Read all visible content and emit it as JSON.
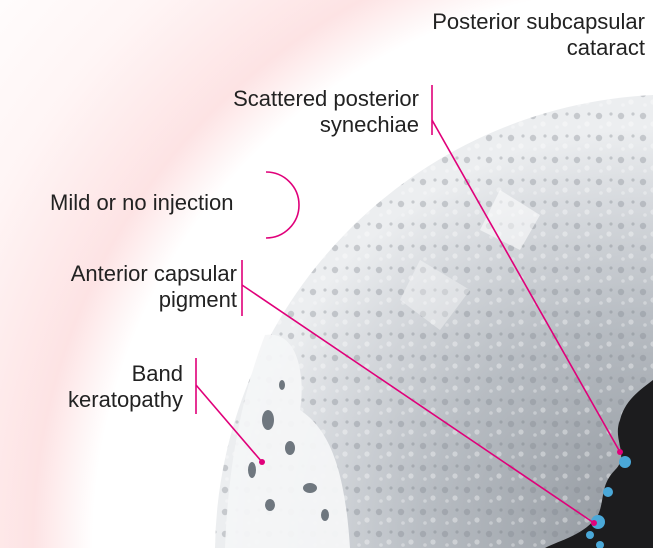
{
  "labels": {
    "posterior_subcapsular_cataract": [
      "Posterior subcapsular",
      "cataract"
    ],
    "scattered_posterior_synechiae": [
      "Scattered posterior",
      "synechiae"
    ],
    "mild_or_no_injection": "Mild or no injection",
    "anterior_capsular_pigment": [
      "Anterior capsular",
      "pigment"
    ],
    "band_keratopathy": [
      "Band",
      "keratopathy"
    ]
  },
  "colors": {
    "leader_line": "#e0007a",
    "label_text": "#222222",
    "halo": "#fde3e4",
    "lens": "#c9cdd2",
    "band": "#f4f6f7",
    "pigment": "#4aa8d8",
    "pupil": "#1c1c1e"
  }
}
